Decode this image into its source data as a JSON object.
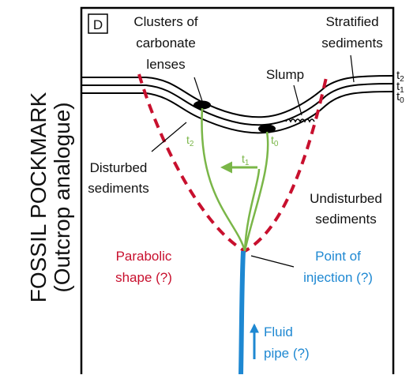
{
  "side_title": {
    "line1": "FOSSIL POCKMARK",
    "line2": "(Outcrop analogue)"
  },
  "panel": {
    "label": "D"
  },
  "labels": {
    "carbonate": [
      "Clusters of",
      "carbonate",
      "lenses"
    ],
    "stratified": [
      "Stratified",
      "sediments"
    ],
    "slump": "Slump",
    "disturbed": [
      "Disturbed",
      "sediments"
    ],
    "undisturbed": [
      "Undisturbed",
      "sediments"
    ],
    "parabolic": [
      "Parabolic",
      "shape (?)"
    ],
    "injection": [
      "Point of",
      "injection (?)"
    ],
    "fluid": [
      "Fluid",
      "pipe (?)"
    ]
  },
  "time_markers": {
    "t2": "t2",
    "t1": "t1",
    "t0": "t0"
  },
  "colors": {
    "frame": "#000000",
    "red_dashed": "#c8102e",
    "green": "#7ab648",
    "blue": "#1e88d2",
    "text": "#111111"
  }
}
